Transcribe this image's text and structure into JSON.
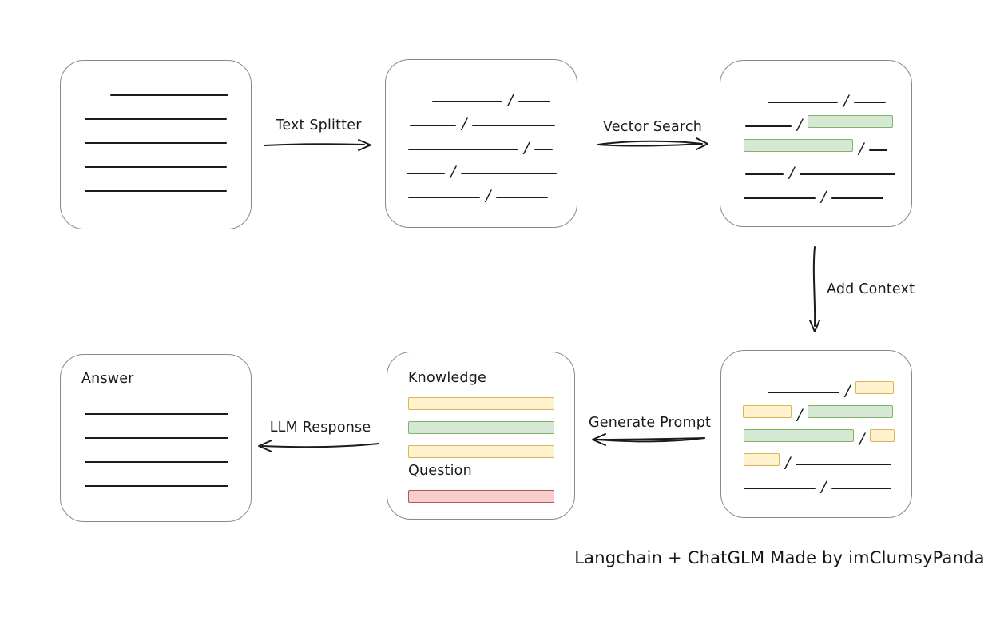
{
  "caption": "Langchain + ChatGLM Made by imClumsyPanda",
  "glyphs": {
    "slash": "/"
  },
  "colors": {
    "box_border": "#8a8a8a",
    "ink": "#1b1b1b",
    "green_fill": "#d5e8d4",
    "green_stroke": "#82b366",
    "yellow_fill": "#fff2cc",
    "yellow_stroke": "#d6b656",
    "red_fill": "#f8cecc",
    "red_stroke": "#b85450"
  },
  "arrows": {
    "text_splitter": {
      "label": "Text Splitter",
      "direction": "right"
    },
    "vector_search": {
      "label": "Vector Search",
      "direction": "right"
    },
    "add_context": {
      "label": "Add Context",
      "direction": "down"
    },
    "generate_prompt": {
      "label": "Generate Prompt",
      "direction": "left"
    },
    "llm_response": {
      "label": "LLM Response",
      "direction": "left"
    }
  },
  "boxes": {
    "document": {
      "rows": [
        [
          {
            "t": "line",
            "w": 148,
            "ml": 36
          }
        ],
        [
          {
            "t": "line",
            "w": 178,
            "ml": 4
          }
        ],
        [
          {
            "t": "line",
            "w": 178,
            "ml": 4
          }
        ],
        [
          {
            "t": "line",
            "w": 178,
            "ml": 4
          }
        ],
        [
          {
            "t": "line",
            "w": 178,
            "ml": 4
          }
        ]
      ]
    },
    "chunks": {
      "rows": [
        [
          {
            "t": "line",
            "w": 88,
            "ml": 32
          },
          {
            "t": "slash"
          },
          {
            "t": "line",
            "w": 40
          }
        ],
        [
          {
            "t": "line",
            "w": 58,
            "ml": 4
          },
          {
            "t": "slash"
          },
          {
            "t": "line",
            "w": 104
          }
        ],
        [
          {
            "t": "line",
            "w": 138,
            "ml": 2
          },
          {
            "t": "slash"
          },
          {
            "t": "line",
            "w": 23
          }
        ],
        [
          {
            "t": "line",
            "w": 48,
            "ml": 0
          },
          {
            "t": "slash"
          },
          {
            "t": "line",
            "w": 120
          }
        ],
        [
          {
            "t": "line",
            "w": 90,
            "ml": 2
          },
          {
            "t": "slash"
          },
          {
            "t": "line",
            "w": 65
          }
        ]
      ]
    },
    "search_results": {
      "rows": [
        [
          {
            "t": "line",
            "w": 88,
            "ml": 33
          },
          {
            "t": "slash"
          },
          {
            "t": "line",
            "w": 40
          }
        ],
        [
          {
            "t": "line",
            "w": 58,
            "ml": 5
          },
          {
            "t": "slash"
          },
          {
            "t": "bar",
            "c": "green",
            "w": 107
          }
        ],
        [
          {
            "t": "bar",
            "c": "green",
            "w": 137,
            "ml": 3
          },
          {
            "t": "slash"
          },
          {
            "t": "line",
            "w": 23
          }
        ],
        [
          {
            "t": "line",
            "w": 48,
            "ml": 5
          },
          {
            "t": "slash"
          },
          {
            "t": "line",
            "w": 120
          }
        ],
        [
          {
            "t": "line",
            "w": 90,
            "ml": 3
          },
          {
            "t": "slash"
          },
          {
            "t": "line",
            "w": 65
          }
        ]
      ]
    },
    "context": {
      "rows": [
        [
          {
            "t": "line",
            "w": 90,
            "ml": 32
          },
          {
            "t": "slash"
          },
          {
            "t": "bar",
            "c": "yellow",
            "w": 48
          }
        ],
        [
          {
            "t": "bar",
            "c": "yellow",
            "w": 61,
            "ml": 1
          },
          {
            "t": "slash"
          },
          {
            "t": "bar",
            "c": "green",
            "w": 107
          }
        ],
        [
          {
            "t": "bar",
            "c": "green",
            "w": 138,
            "ml": 2
          },
          {
            "t": "slash"
          },
          {
            "t": "bar",
            "c": "yellow",
            "w": 31
          }
        ],
        [
          {
            "t": "bar",
            "c": "yellow",
            "w": 45,
            "ml": 2
          },
          {
            "t": "slash"
          },
          {
            "t": "line",
            "w": 120
          }
        ],
        [
          {
            "t": "line",
            "w": 90,
            "ml": 2
          },
          {
            "t": "slash"
          },
          {
            "t": "line",
            "w": 75
          }
        ]
      ]
    },
    "prompt": {
      "knowledge_label": "Knowledge",
      "question_label": "Question",
      "knowledge_rows": [
        [
          {
            "t": "bar",
            "c": "yellow",
            "w": 183
          }
        ],
        [
          {
            "t": "bar",
            "c": "green",
            "w": 183
          }
        ],
        [
          {
            "t": "bar",
            "c": "yellow",
            "w": 183
          }
        ]
      ],
      "question_rows": [
        [
          {
            "t": "bar",
            "c": "red",
            "w": 183
          }
        ]
      ]
    },
    "answer": {
      "label": "Answer",
      "rows": [
        [
          {
            "t": "line",
            "w": 180,
            "ml": 4
          }
        ],
        [
          {
            "t": "line",
            "w": 180,
            "ml": 4
          }
        ],
        [
          {
            "t": "line",
            "w": 180,
            "ml": 4
          }
        ],
        [
          {
            "t": "line",
            "w": 180,
            "ml": 4
          }
        ]
      ]
    }
  }
}
